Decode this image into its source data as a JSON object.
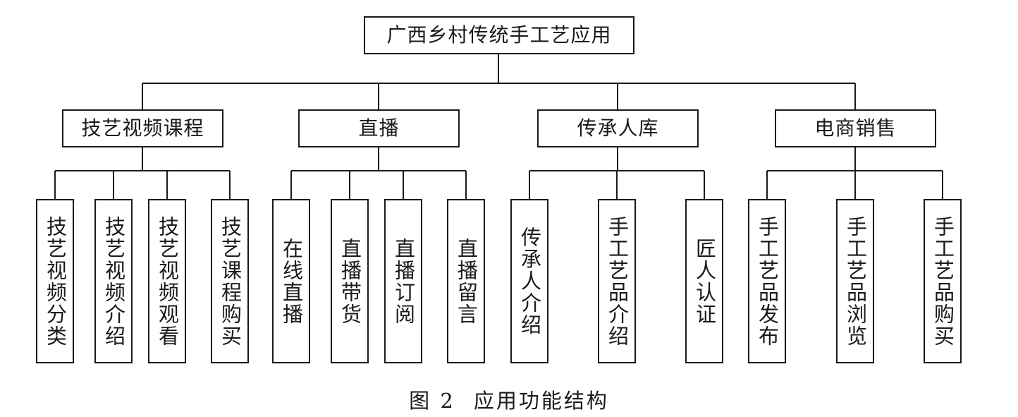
{
  "root": {
    "label": "广西乡村传统手工艺应用"
  },
  "modules": [
    {
      "label": "技艺视频课程",
      "children": [
        "技艺视频分类",
        "技艺视频介绍",
        "技艺视频观看",
        "技艺课程购买"
      ]
    },
    {
      "label": "直播",
      "children": [
        "在线直播",
        "直播带货",
        "直播订阅",
        "直播留言"
      ]
    },
    {
      "label": "传承人库",
      "children": [
        "传承人介绍",
        "手工艺品介绍",
        "匠人认证"
      ]
    },
    {
      "label": "电商销售",
      "children": [
        "手工艺品发布",
        "手工艺品浏览",
        "手工艺品购买"
      ]
    }
  ],
  "caption": {
    "figure": "图 2",
    "title": "应用功能结构"
  },
  "colors": {
    "line": "#1a1a1a",
    "background": "#ffffff",
    "text": "#1a1a1a"
  }
}
